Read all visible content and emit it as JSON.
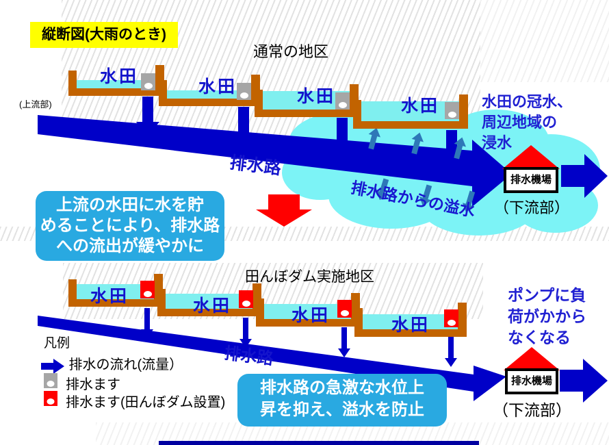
{
  "header": {
    "title": "縦断図(大雨のとき)"
  },
  "labels": {
    "upstream": "(上流部)"
  },
  "top_diagram": {
    "title": "通常の地区",
    "paddy_labels": [
      "水田",
      "水田",
      "水田",
      "水田"
    ],
    "channel_label": "排水路",
    "overflow_label": "排水路からの溢水",
    "flood_note_lines": [
      "水田の冠水、",
      "周辺地域の",
      "浸水"
    ],
    "pump_label": "排水機場",
    "downstream_label": "（下流部）"
  },
  "transition_note": {
    "lines": [
      "上流の水田に水を貯",
      "めることにより、排水路",
      "への流出が緩やかに"
    ]
  },
  "bottom_diagram": {
    "title": "田んぼダム実施地区",
    "paddy_labels": [
      "水田",
      "水田",
      "水田",
      "水田"
    ],
    "channel_label": "排水路",
    "pump_note_lines": [
      "ポンプに負",
      "荷がかから",
      "なくなる"
    ],
    "benefit_note_lines": [
      "排水路の急激な水位上",
      "昇を抑え、溢水を防止"
    ],
    "pump_label": "排水機場",
    "downstream_label": "（下流部）"
  },
  "legend": {
    "title": "凡例",
    "items": [
      {
        "icon": "flow-arrow-icon",
        "label": "排水の流れ(流量）"
      },
      {
        "icon": "drain-box-icon",
        "label": "排水ます"
      },
      {
        "icon": "dam-drain-box-icon",
        "label": "排水ます(田んぼダム設置)"
      }
    ]
  },
  "colors": {
    "channel_navy": "#0000C8",
    "cloud_cyan": "#7CF3F6",
    "paddy_water": "#7FEFEF",
    "soil_brown": "#C26300",
    "label_blue": "#1414CC",
    "note_blue": "#2020D2",
    "box_blue": "#29A9E1",
    "overflow_arrow_blue": "#2E78B8",
    "red": "#FF0000",
    "title_yellow": "#FFFF00",
    "drain_gray": "#A6A6A6"
  }
}
